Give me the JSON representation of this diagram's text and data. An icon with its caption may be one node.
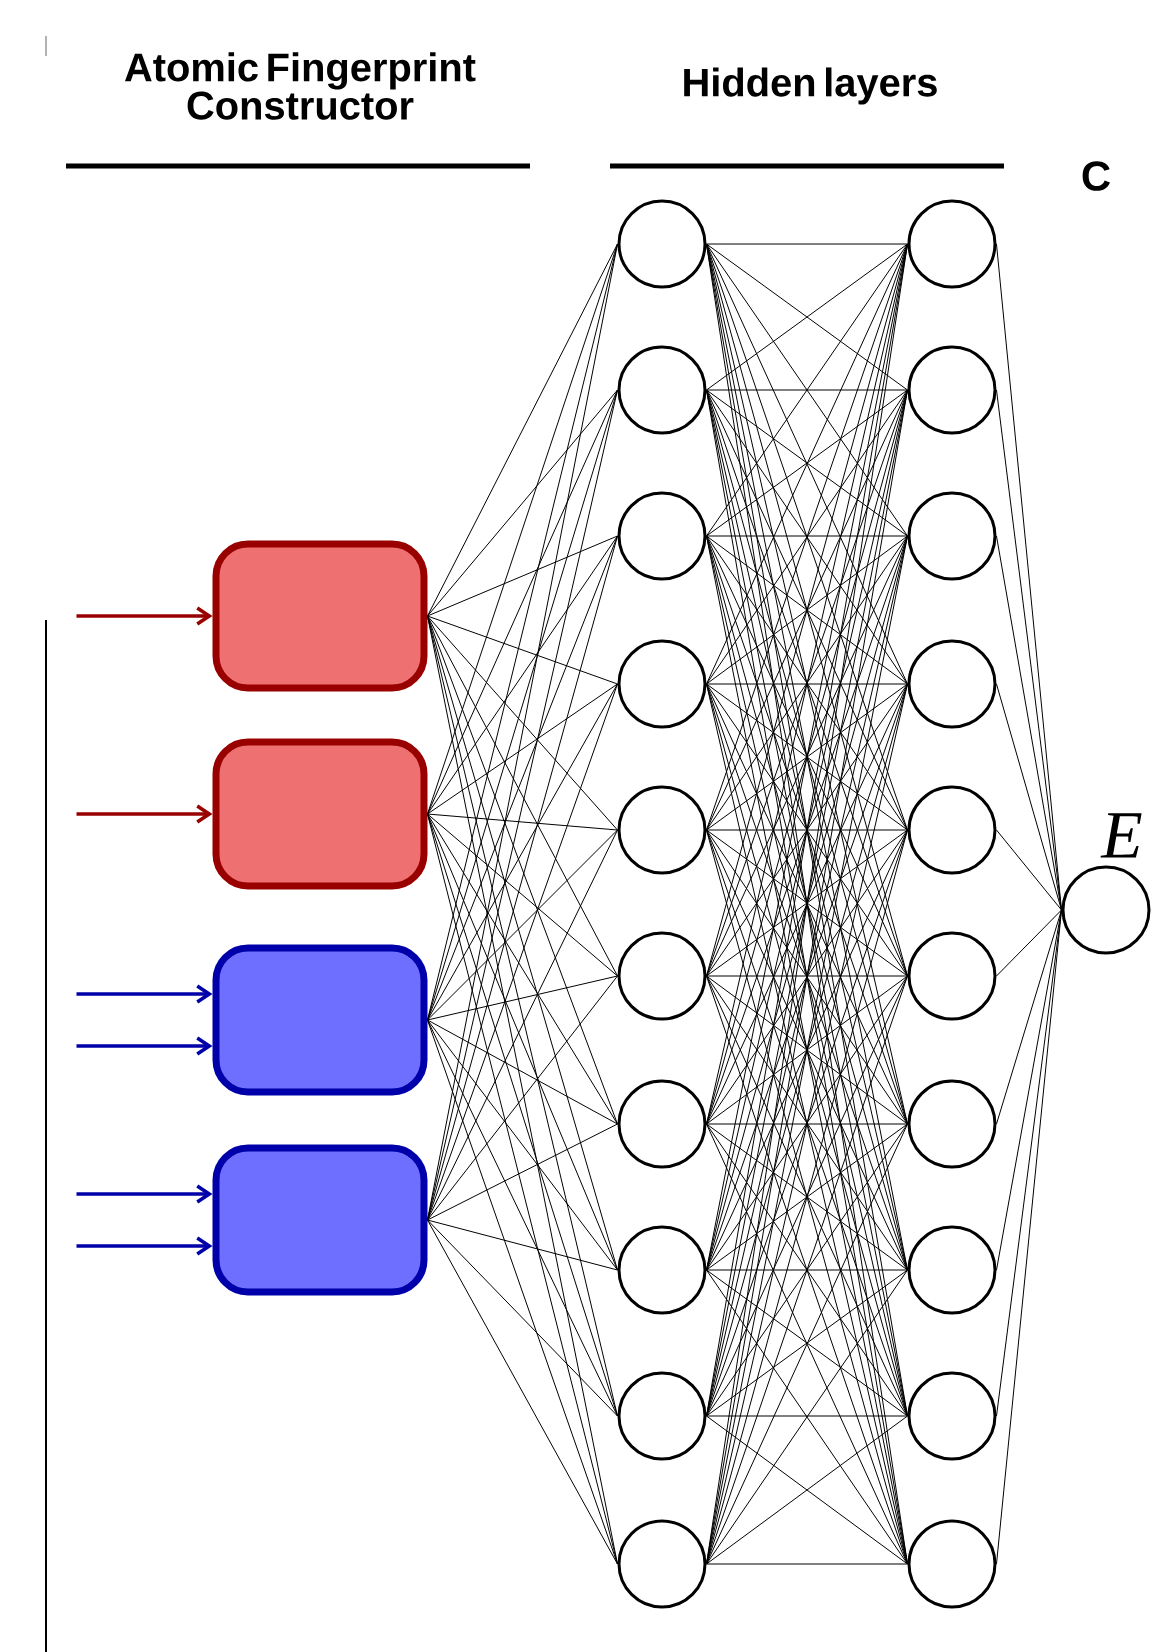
{
  "diagram": {
    "nodes": [
      {
        "text": [],
        "shape": "box"
      },
      {
        "text": [],
        "shape": "box"
      },
      {
        "text": [],
        "shape": "box"
      },
      {
        "text": [],
        "shape": "box"
      },
      {
        "text": [],
        "shape": "circle"
      },
      {
        "text": [],
        "shape": "circle"
      },
      {
        "text": [],
        "shape": "circle"
      },
      {
        "text": [],
        "shape": "circle"
      },
      {
        "text": [],
        "shape": "circle"
      },
      {
        "text": [],
        "shape": "circle"
      },
      {
        "text": [],
        "shape": "circle"
      },
      {
        "text": [],
        "shape": "circle"
      },
      {
        "text": [],
        "shape": "circle"
      },
      {
        "text": [],
        "shape": "circle"
      },
      {
        "text": [],
        "shape": "circle"
      },
      {
        "text": [],
        "shape": "circle"
      },
      {
        "text": [],
        "shape": "circle"
      },
      {
        "text": [],
        "shape": "circle"
      },
      {
        "text": [],
        "shape": "circle"
      },
      {
        "text": [],
        "shape": "circle"
      },
      {
        "text": [],
        "shape": "circle"
      },
      {
        "text": [],
        "shape": "circle"
      },
      {
        "text": [],
        "shape": "circle"
      },
      {
        "text": [],
        "shape": "circle"
      },
      {
        "text": [],
        "shape": "circle",
        "beside": [
          "E"
        ]
      }
    ],
    "edges": [
      {
        "from": null,
        "to": 0,
        "arrow": "to",
        "color": "#990000"
      },
      {
        "from": null,
        "to": 1,
        "arrow": "to",
        "color": "#990000"
      },
      {
        "from": null,
        "to": 2,
        "arrow": "to",
        "color": "#0000aa"
      },
      {
        "from": null,
        "to": 2,
        "arrow": "to",
        "color": "#0000aa"
      },
      {
        "from": null,
        "to": 3,
        "arrow": "to",
        "color": "#0000aa"
      },
      {
        "from": null,
        "to": 3,
        "arrow": "to",
        "color": "#0000aa"
      },
      {
        "from": 0,
        "to": 4,
        "arrow": "none"
      },
      {
        "from": 0,
        "to": 5,
        "arrow": "none"
      },
      {
        "from": 0,
        "to": 6,
        "arrow": "none"
      },
      {
        "from": 0,
        "to": 7,
        "arrow": "none"
      },
      {
        "from": 0,
        "to": 8,
        "arrow": "none"
      },
      {
        "from": 0,
        "to": 9,
        "arrow": "none"
      },
      {
        "from": 0,
        "to": 10,
        "arrow": "none"
      },
      {
        "from": 0,
        "to": 11,
        "arrow": "none"
      },
      {
        "from": 0,
        "to": 12,
        "arrow": "none"
      },
      {
        "from": 0,
        "to": 13,
        "arrow": "none"
      },
      {
        "from": 1,
        "to": 4,
        "arrow": "none"
      },
      {
        "from": 1,
        "to": 5,
        "arrow": "none"
      },
      {
        "from": 1,
        "to": 6,
        "arrow": "none"
      },
      {
        "from": 1,
        "to": 7,
        "arrow": "none"
      },
      {
        "from": 1,
        "to": 8,
        "arrow": "none"
      },
      {
        "from": 1,
        "to": 9,
        "arrow": "none"
      },
      {
        "from": 1,
        "to": 10,
        "arrow": "none"
      },
      {
        "from": 1,
        "to": 11,
        "arrow": "none"
      },
      {
        "from": 1,
        "to": 12,
        "arrow": "none"
      },
      {
        "from": 1,
        "to": 13,
        "arrow": "none"
      },
      {
        "from": 2,
        "to": 4,
        "arrow": "none"
      },
      {
        "from": 2,
        "to": 5,
        "arrow": "none"
      },
      {
        "from": 2,
        "to": 6,
        "arrow": "none"
      },
      {
        "from": 2,
        "to": 7,
        "arrow": "none"
      },
      {
        "from": 2,
        "to": 8,
        "arrow": "none"
      },
      {
        "from": 2,
        "to": 9,
        "arrow": "none"
      },
      {
        "from": 2,
        "to": 10,
        "arrow": "none"
      },
      {
        "from": 2,
        "to": 11,
        "arrow": "none"
      },
      {
        "from": 2,
        "to": 12,
        "arrow": "none"
      },
      {
        "from": 2,
        "to": 13,
        "arrow": "none"
      },
      {
        "from": 3,
        "to": 4,
        "arrow": "none"
      },
      {
        "from": 3,
        "to": 5,
        "arrow": "none"
      },
      {
        "from": 3,
        "to": 6,
        "arrow": "none"
      },
      {
        "from": 3,
        "to": 7,
        "arrow": "none"
      },
      {
        "from": 3,
        "to": 8,
        "arrow": "none"
      },
      {
        "from": 3,
        "to": 9,
        "arrow": "none"
      },
      {
        "from": 3,
        "to": 10,
        "arrow": "none"
      },
      {
        "from": 3,
        "to": 11,
        "arrow": "none"
      },
      {
        "from": 3,
        "to": 12,
        "arrow": "none"
      },
      {
        "from": 3,
        "to": 13,
        "arrow": "none"
      },
      {
        "from": 4,
        "to": 14,
        "arrow": "none"
      },
      {
        "from": 4,
        "to": 15,
        "arrow": "none"
      },
      {
        "from": 4,
        "to": 16,
        "arrow": "none"
      },
      {
        "from": 4,
        "to": 17,
        "arrow": "none"
      },
      {
        "from": 4,
        "to": 18,
        "arrow": "none"
      },
      {
        "from": 4,
        "to": 19,
        "arrow": "none"
      },
      {
        "from": 4,
        "to": 20,
        "arrow": "none"
      },
      {
        "from": 4,
        "to": 21,
        "arrow": "none"
      },
      {
        "from": 4,
        "to": 22,
        "arrow": "none"
      },
      {
        "from": 4,
        "to": 23,
        "arrow": "none"
      },
      {
        "from": 5,
        "to": 14,
        "arrow": "none"
      },
      {
        "from": 5,
        "to": 15,
        "arrow": "none"
      },
      {
        "from": 5,
        "to": 16,
        "arrow": "none"
      },
      {
        "from": 5,
        "to": 17,
        "arrow": "none"
      },
      {
        "from": 5,
        "to": 18,
        "arrow": "none"
      },
      {
        "from": 5,
        "to": 19,
        "arrow": "none"
      },
      {
        "from": 5,
        "to": 20,
        "arrow": "none"
      },
      {
        "from": 5,
        "to": 21,
        "arrow": "none"
      },
      {
        "from": 5,
        "to": 22,
        "arrow": "none"
      },
      {
        "from": 5,
        "to": 23,
        "arrow": "none"
      },
      {
        "from": 6,
        "to": 14,
        "arrow": "none"
      },
      {
        "from": 6,
        "to": 15,
        "arrow": "none"
      },
      {
        "from": 6,
        "to": 16,
        "arrow": "none"
      },
      {
        "from": 6,
        "to": 17,
        "arrow": "none"
      },
      {
        "from": 6,
        "to": 18,
        "arrow": "none"
      },
      {
        "from": 6,
        "to": 19,
        "arrow": "none"
      },
      {
        "from": 6,
        "to": 20,
        "arrow": "none"
      },
      {
        "from": 6,
        "to": 21,
        "arrow": "none"
      },
      {
        "from": 6,
        "to": 22,
        "arrow": "none"
      },
      {
        "from": 6,
        "to": 23,
        "arrow": "none"
      },
      {
        "from": 7,
        "to": 14,
        "arrow": "none"
      },
      {
        "from": 7,
        "to": 15,
        "arrow": "none"
      },
      {
        "from": 7,
        "to": 16,
        "arrow": "none"
      },
      {
        "from": 7,
        "to": 17,
        "arrow": "none"
      },
      {
        "from": 7,
        "to": 18,
        "arrow": "none"
      },
      {
        "from": 7,
        "to": 19,
        "arrow": "none"
      },
      {
        "from": 7,
        "to": 20,
        "arrow": "none"
      },
      {
        "from": 7,
        "to": 21,
        "arrow": "none"
      },
      {
        "from": 7,
        "to": 22,
        "arrow": "none"
      },
      {
        "from": 7,
        "to": 23,
        "arrow": "none"
      },
      {
        "from": 8,
        "to": 14,
        "arrow": "none"
      },
      {
        "from": 8,
        "to": 15,
        "arrow": "none"
      },
      {
        "from": 8,
        "to": 16,
        "arrow": "none"
      },
      {
        "from": 8,
        "to": 17,
        "arrow": "none"
      },
      {
        "from": 8,
        "to": 18,
        "arrow": "none"
      },
      {
        "from": 8,
        "to": 19,
        "arrow": "none"
      },
      {
        "from": 8,
        "to": 20,
        "arrow": "none"
      },
      {
        "from": 8,
        "to": 21,
        "arrow": "none"
      },
      {
        "from": 8,
        "to": 22,
        "arrow": "none"
      },
      {
        "from": 8,
        "to": 23,
        "arrow": "none"
      },
      {
        "from": 9,
        "to": 14,
        "arrow": "none"
      },
      {
        "from": 9,
        "to": 15,
        "arrow": "none"
      },
      {
        "from": 9,
        "to": 16,
        "arrow": "none"
      },
      {
        "from": 9,
        "to": 17,
        "arrow": "none"
      },
      {
        "from": 9,
        "to": 18,
        "arrow": "none"
      },
      {
        "from": 9,
        "to": 19,
        "arrow": "none"
      },
      {
        "from": 9,
        "to": 20,
        "arrow": "none"
      },
      {
        "from": 9,
        "to": 21,
        "arrow": "none"
      },
      {
        "from": 9,
        "to": 22,
        "arrow": "none"
      },
      {
        "from": 9,
        "to": 23,
        "arrow": "none"
      },
      {
        "from": 10,
        "to": 14,
        "arrow": "none"
      },
      {
        "from": 10,
        "to": 15,
        "arrow": "none"
      },
      {
        "from": 10,
        "to": 16,
        "arrow": "none"
      },
      {
        "from": 10,
        "to": 17,
        "arrow": "none"
      },
      {
        "from": 10,
        "to": 18,
        "arrow": "none"
      },
      {
        "from": 10,
        "to": 19,
        "arrow": "none"
      },
      {
        "from": 10,
        "to": 20,
        "arrow": "none"
      },
      {
        "from": 10,
        "to": 21,
        "arrow": "none"
      },
      {
        "from": 10,
        "to": 22,
        "arrow": "none"
      },
      {
        "from": 10,
        "to": 23,
        "arrow": "none"
      },
      {
        "from": 11,
        "to": 14,
        "arrow": "none"
      },
      {
        "from": 11,
        "to": 15,
        "arrow": "none"
      },
      {
        "from": 11,
        "to": 16,
        "arrow": "none"
      },
      {
        "from": 11,
        "to": 17,
        "arrow": "none"
      },
      {
        "from": 11,
        "to": 18,
        "arrow": "none"
      },
      {
        "from": 11,
        "to": 19,
        "arrow": "none"
      },
      {
        "from": 11,
        "to": 20,
        "arrow": "none"
      },
      {
        "from": 11,
        "to": 21,
        "arrow": "none"
      },
      {
        "from": 11,
        "to": 22,
        "arrow": "none"
      },
      {
        "from": 11,
        "to": 23,
        "arrow": "none"
      },
      {
        "from": 12,
        "to": 14,
        "arrow": "none"
      },
      {
        "from": 12,
        "to": 15,
        "arrow": "none"
      },
      {
        "from": 12,
        "to": 16,
        "arrow": "none"
      },
      {
        "from": 12,
        "to": 17,
        "arrow": "none"
      },
      {
        "from": 12,
        "to": 18,
        "arrow": "none"
      },
      {
        "from": 12,
        "to": 19,
        "arrow": "none"
      },
      {
        "from": 12,
        "to": 20,
        "arrow": "none"
      },
      {
        "from": 12,
        "to": 21,
        "arrow": "none"
      },
      {
        "from": 12,
        "to": 22,
        "arrow": "none"
      },
      {
        "from": 12,
        "to": 23,
        "arrow": "none"
      },
      {
        "from": 13,
        "to": 14,
        "arrow": "none"
      },
      {
        "from": 13,
        "to": 15,
        "arrow": "none"
      },
      {
        "from": 13,
        "to": 16,
        "arrow": "none"
      },
      {
        "from": 13,
        "to": 17,
        "arrow": "none"
      },
      {
        "from": 13,
        "to": 18,
        "arrow": "none"
      },
      {
        "from": 13,
        "to": 19,
        "arrow": "none"
      },
      {
        "from": 13,
        "to": 20,
        "arrow": "none"
      },
      {
        "from": 13,
        "to": 21,
        "arrow": "none"
      },
      {
        "from": 13,
        "to": 22,
        "arrow": "none"
      },
      {
        "from": 13,
        "to": 23,
        "arrow": "none"
      },
      {
        "from": 14,
        "to": 24,
        "arrow": "none"
      },
      {
        "from": 15,
        "to": 24,
        "arrow": "none"
      },
      {
        "from": 16,
        "to": 24,
        "arrow": "none"
      },
      {
        "from": 17,
        "to": 24,
        "arrow": "none"
      },
      {
        "from": 18,
        "to": 24,
        "arrow": "none"
      },
      {
        "from": 19,
        "to": 24,
        "arrow": "none"
      },
      {
        "from": 20,
        "to": 24,
        "arrow": "none"
      },
      {
        "from": 21,
        "to": 24,
        "arrow": "none"
      },
      {
        "from": 22,
        "to": 24,
        "arrow": "none"
      },
      {
        "from": 23,
        "to": 24,
        "arrow": "none"
      }
    ],
    "labels": [
      "Atomic Fingerprint Constructor",
      "Hidden layers",
      "C"
    ]
  }
}
